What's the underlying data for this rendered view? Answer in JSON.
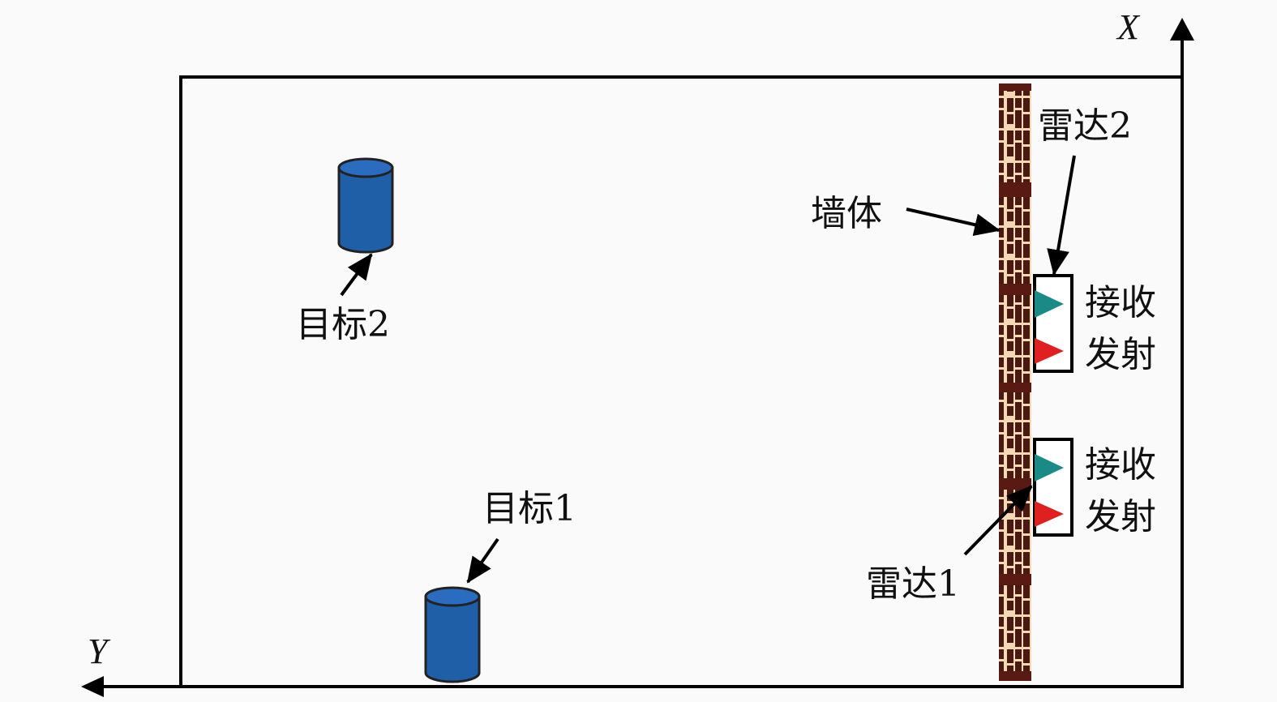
{
  "axes": {
    "x_label": "X",
    "y_label": "Y"
  },
  "labels": {
    "wall": "墙体",
    "radar1": "雷达1",
    "radar2": "雷达2",
    "target1": "目标1",
    "target2": "目标2",
    "receive": "接收",
    "transmit": "发射"
  },
  "colors": {
    "target": "#1f5fa8",
    "receiver": "#1a8a86",
    "transmitter": "#e02020",
    "brick": "#4a1a12",
    "mortar": "#f5d9b5"
  }
}
